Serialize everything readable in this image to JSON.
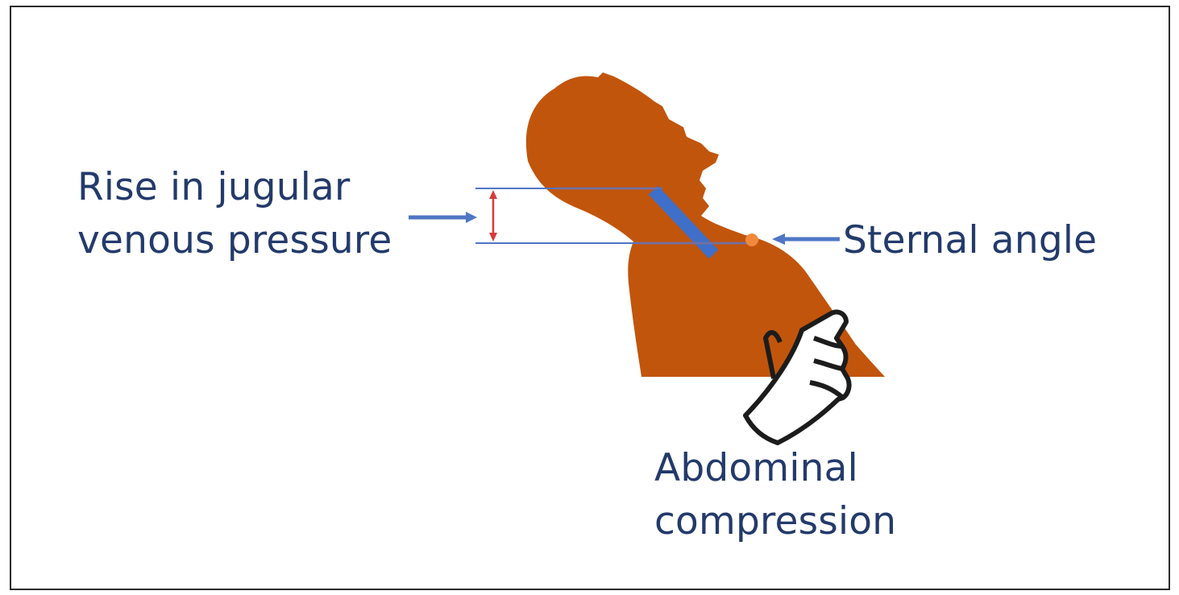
{
  "labels": {
    "jvp_line1": "Rise in jugular",
    "jvp_line2": "venous pressure",
    "sternal": "Sternal angle",
    "abdominal_line1": "Abdominal",
    "abdominal_line2": "compression"
  },
  "colors": {
    "body": "#c2550c",
    "vein": "#3f6fc8",
    "arrow": "#4f76c4",
    "measure": "#d63b3b",
    "text": "#233a6b",
    "sternal_marker": "#f08a3a",
    "frame": "#2b2b2b"
  },
  "icons": {
    "hand": "pointing-hand-icon",
    "arrow": "arrow-right-icon"
  }
}
